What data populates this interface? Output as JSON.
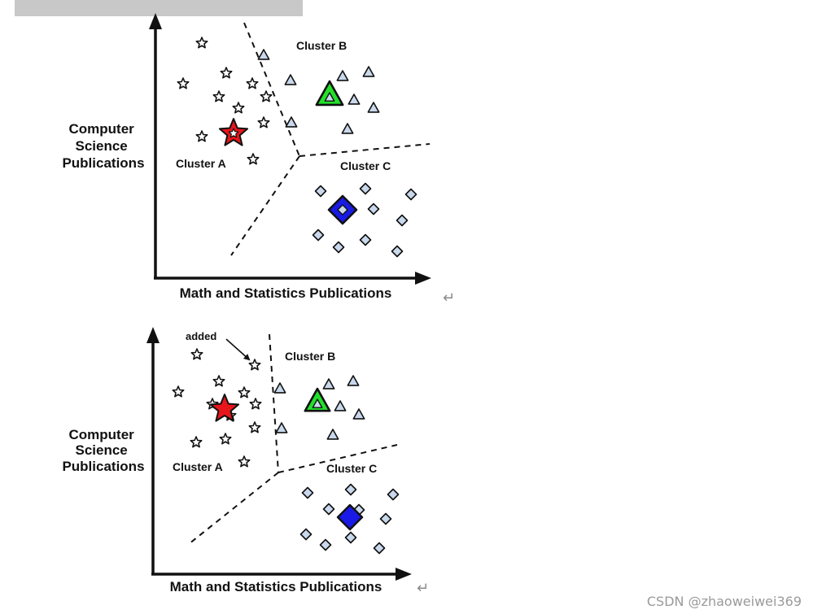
{
  "colors": {
    "point_fill": "#c9d8ec",
    "star_centroid": "#e8151b",
    "triangle_centroid": "#22e02a",
    "diamond_centroid": "#1a1ae6",
    "outline": "#111111"
  },
  "diagrams": [
    {
      "id": "before",
      "y_axis_label": [
        "Computer",
        "Science",
        "Publications"
      ],
      "x_axis_label": "Math and Statistics Publications",
      "clusters": {
        "a": {
          "label": "Cluster A",
          "marker": "star"
        },
        "b": {
          "label": "Cluster B",
          "marker": "triangle"
        },
        "c": {
          "label": "Cluster C",
          "marker": "diamond"
        }
      }
    },
    {
      "id": "after",
      "y_axis_label": [
        "Computer",
        "Science",
        "Publications"
      ],
      "x_axis_label": "Math and Statistics Publications",
      "annotation": "added",
      "clusters": {
        "a": {
          "label": "Cluster A",
          "marker": "star"
        },
        "b": {
          "label": "Cluster B",
          "marker": "triangle"
        },
        "c": {
          "label": "Cluster C",
          "marker": "diamond"
        }
      }
    }
  ],
  "watermark": "CSDN @zhaoweiwei369"
}
